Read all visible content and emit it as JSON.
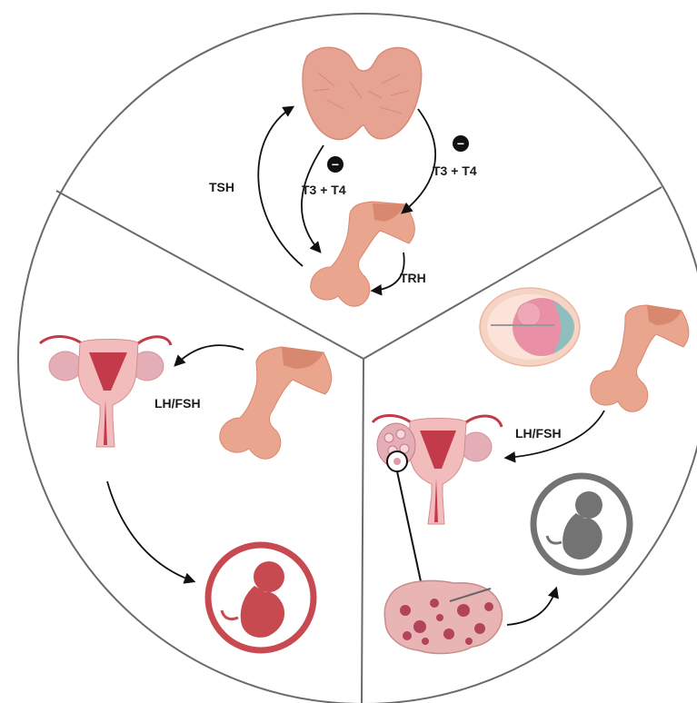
{
  "labels": {
    "tsh": "TSH",
    "t3t4_left": "T3 + T4",
    "t3t4_right": "T3 + T4",
    "trh": "TRH",
    "lhfsh_left": "LH/FSH",
    "lhfsh_right": "LH/FSH",
    "minus": "−"
  },
  "colors": {
    "outline": "#6a6a6a",
    "thyroid": "#e6a392",
    "thyroid_dark": "#d98b78",
    "pituitary": "#eaa58f",
    "pituitary_dark": "#d98870",
    "uterus": "#f3bcbc",
    "uterus_dark": "#c33a4a",
    "ovary": "#e4aeb6",
    "fetus_red": "#c64a50",
    "fetus_grey": "#737373",
    "egg_outer": "#f6d4c4",
    "egg_inner": "#e98fa6",
    "egg_teal": "#8fbebe"
  }
}
